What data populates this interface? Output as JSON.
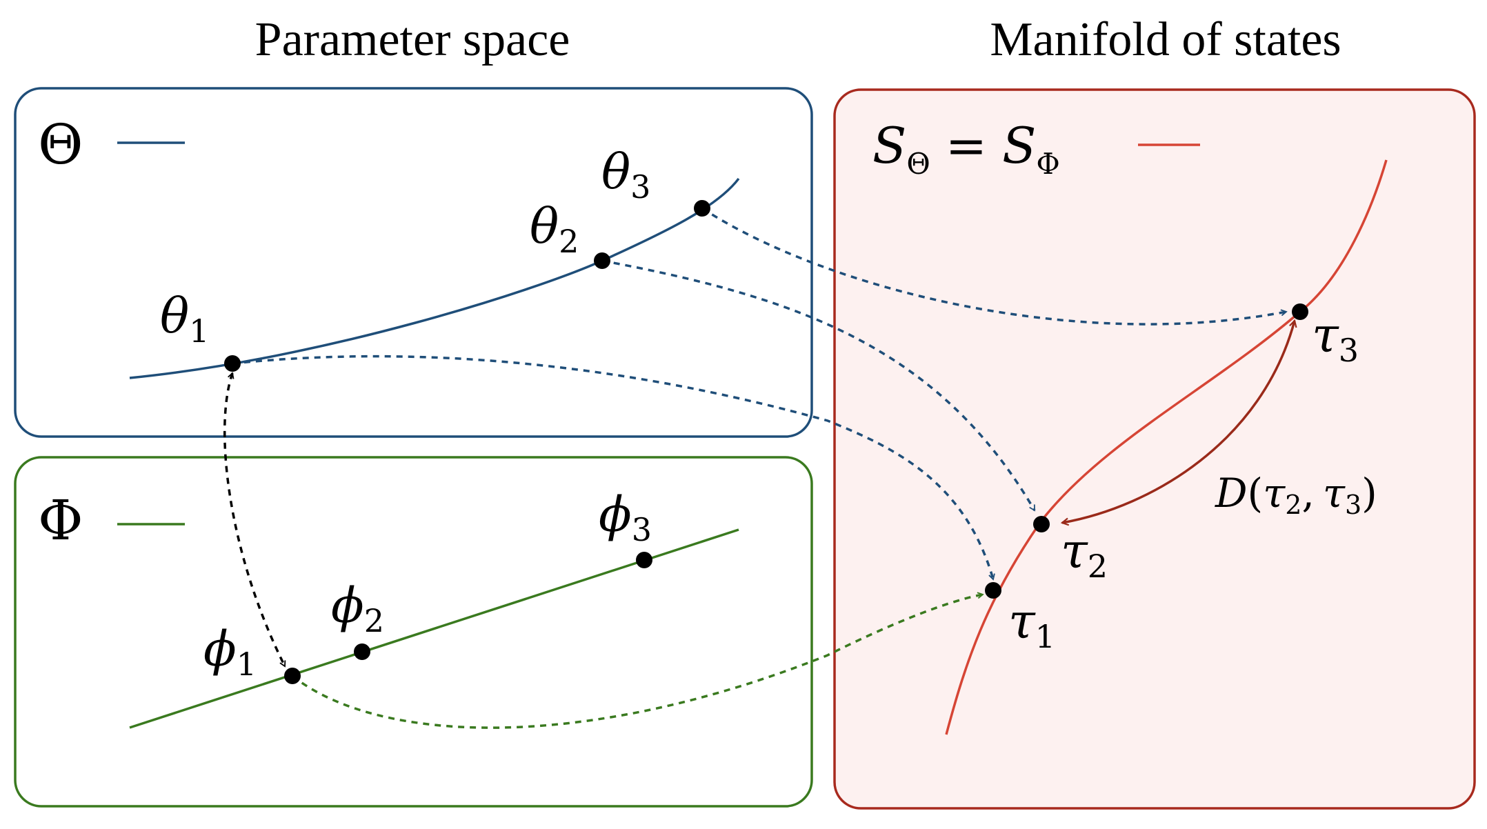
{
  "headings": {
    "parameter_space": "Parameter space",
    "manifold": "Manifold of states"
  },
  "theta_panel": {
    "symbol": "Θ",
    "points": [
      {
        "base": "θ",
        "sub": "1"
      },
      {
        "base": "θ",
        "sub": "2"
      },
      {
        "base": "θ",
        "sub": "3"
      }
    ]
  },
  "phi_panel": {
    "symbol": "Φ",
    "points": [
      {
        "base": "ϕ",
        "sub": "1"
      },
      {
        "base": "ϕ",
        "sub": "2"
      },
      {
        "base": "ϕ",
        "sub": "3"
      }
    ]
  },
  "manifold_panel": {
    "label": {
      "left": "S",
      "left_sub": "Θ",
      "eq": "=",
      "right": "S",
      "right_sub": "Φ"
    },
    "points": [
      {
        "base": "τ",
        "sub": "1"
      },
      {
        "base": "τ",
        "sub": "2"
      },
      {
        "base": "τ",
        "sub": "3"
      }
    ],
    "distance": {
      "d": "D",
      "open": "(",
      "a": "τ",
      "a_sub": "2",
      "comma": ",",
      "b": "τ",
      "b_sub": "3",
      "close": ")"
    }
  },
  "colors": {
    "theta": "#1f4e79",
    "phi": "#3a7a1f",
    "manifold_curve": "#d64535",
    "manifold_frame": "#a82a1e",
    "manifold_fill": "#fdf1f0",
    "geodesic": "#9a2a1a",
    "equivalence": "#000000"
  },
  "icons": {
    "arrow_head": "arrowhead-icon",
    "point": "filled-circle"
  }
}
